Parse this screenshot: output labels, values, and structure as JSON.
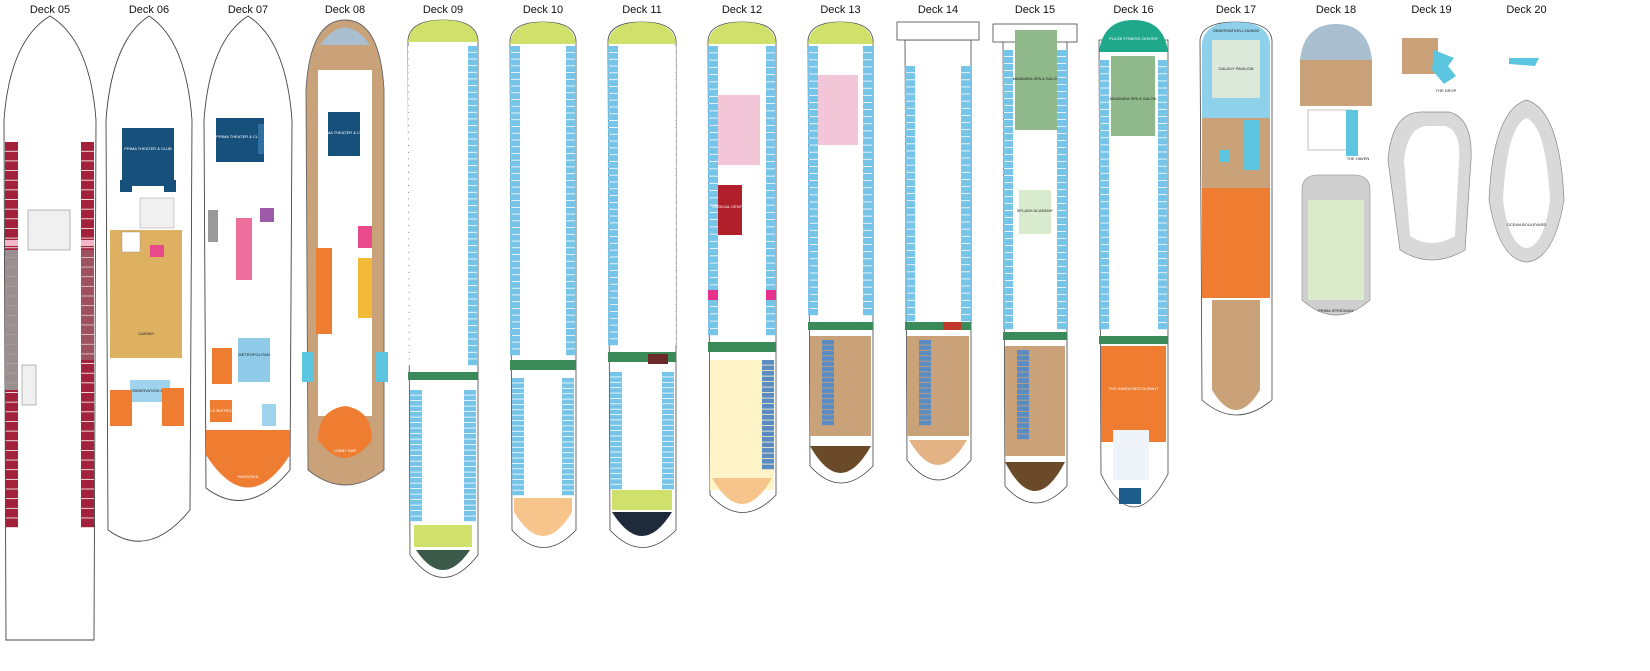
{
  "decks": [
    {
      "label": "Deck 05"
    },
    {
      "label": "Deck 06"
    },
    {
      "label": "Deck 07"
    },
    {
      "label": "Deck 08"
    },
    {
      "label": "Deck 09"
    },
    {
      "label": "Deck 10"
    },
    {
      "label": "Deck 11"
    },
    {
      "label": "Deck 12"
    },
    {
      "label": "Deck 13"
    },
    {
      "label": "Deck 14"
    },
    {
      "label": "Deck 15"
    },
    {
      "label": "Deck 16"
    },
    {
      "label": "Deck 17"
    },
    {
      "label": "Deck 18"
    },
    {
      "label": "Deck 19"
    },
    {
      "label": "Deck 20"
    }
  ],
  "venues": {
    "d06_theater": "PRIMA THEATER & CLUB",
    "d06_casino": "CASINO",
    "d06_observation": "OBSERVATION BAR",
    "d07_theater": "PRIMA THEATER & CLUB",
    "d07_metropolitan": "METROPOLITAN",
    "d07_hudsons": "HUDSON'S",
    "d07_lebistro": "LE BISTRO",
    "d08_theater": "PRIMA THEATER & CLUB",
    "d08_lobby": "LOBBY BAR",
    "d12_medical": "MEDICAL CENTER",
    "d15_spa": "MANDARA SPA & SALON",
    "d15_splash": "SPLASH ACADEMY",
    "d16_fitness": "PULSE FITNESS CENTER",
    "d16_spa": "MANDARA SPA & SALON",
    "d16_haven": "THE HAVEN RESTAURANT",
    "d17_observation": "OBSERVATION LOUNGE",
    "d17_galaxy": "GALAXY PAVILION",
    "d18_speedway": "PRIMA SPEEDWAY",
    "d18_haven": "THE HAVEN",
    "d19_drop": "THE DROP",
    "d20_ocean": "OCEAN BOULEVARD"
  },
  "colors": {
    "cabin_red": "#a3213a",
    "oceanview": "#76c4e8",
    "balcony_blue": "#5a8cc2",
    "theater_navy": "#18507c",
    "venue_orange": "#ee7d31",
    "deck_tan": "#c9a27a",
    "pool_blue": "#5cc6e0",
    "spa_green": "#8fb98a",
    "haven_green": "#3b8a5a",
    "lime": "#cfe16a",
    "dark_brown": "#6b4a2a",
    "magenta": "#e8318a",
    "grey": "#9a9a9a"
  }
}
